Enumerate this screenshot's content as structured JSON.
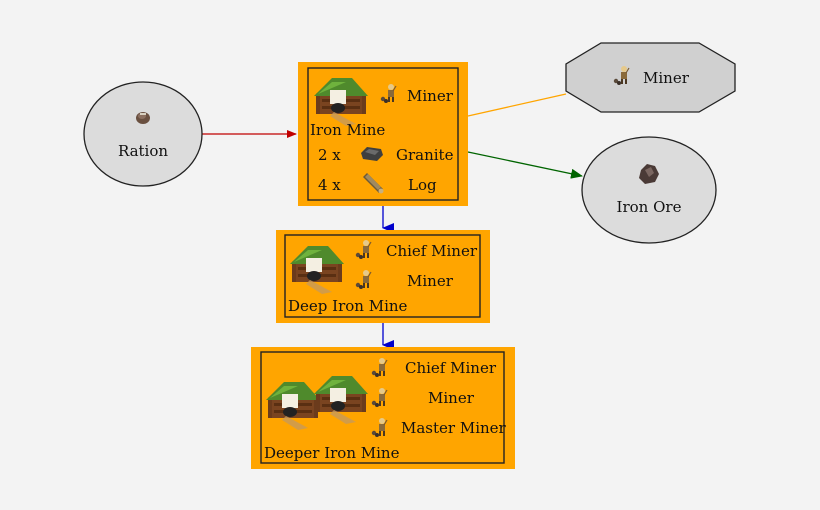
{
  "nodes": {
    "ration": {
      "label": "Ration",
      "icon": "ration-icon"
    },
    "iron_ore": {
      "label": "Iron Ore",
      "icon": "iron-ore-icon"
    },
    "miner_worker": {
      "label": "Miner",
      "icon": "miner-icon"
    },
    "iron_mine": {
      "title": "Iron Mine",
      "worker": "Miner",
      "inputs": [
        {
          "qty": "2 x",
          "name": "Granite",
          "icon": "granite-icon"
        },
        {
          "qty": "4 x",
          "name": "Log",
          "icon": "log-icon"
        }
      ]
    },
    "deep_iron_mine": {
      "title": "Deep Iron Mine",
      "workers": [
        "Chief Miner",
        "Miner"
      ]
    },
    "deeper_iron_mine": {
      "title": "Deeper Iron Mine",
      "workers": [
        "Chief Miner",
        "Miner",
        "Master Miner"
      ]
    }
  },
  "edges": [
    {
      "from": "Ration",
      "to": "Iron Mine",
      "color": "#c00000"
    },
    {
      "from": "Miner",
      "to": "Iron Mine",
      "color": "#ffa500"
    },
    {
      "from": "Iron Mine",
      "to": "Iron Ore",
      "color": "#006400"
    },
    {
      "from": "Iron Mine",
      "to": "Deep Iron Mine",
      "color": "#0000cc"
    },
    {
      "from": "Deep Iron Mine",
      "to": "Deeper Iron Mine",
      "color": "#0000cc"
    }
  ],
  "colors": {
    "building_fill": "#ffa500",
    "resource_fill": "#dcdcdc",
    "background": "#f3f3f3"
  }
}
